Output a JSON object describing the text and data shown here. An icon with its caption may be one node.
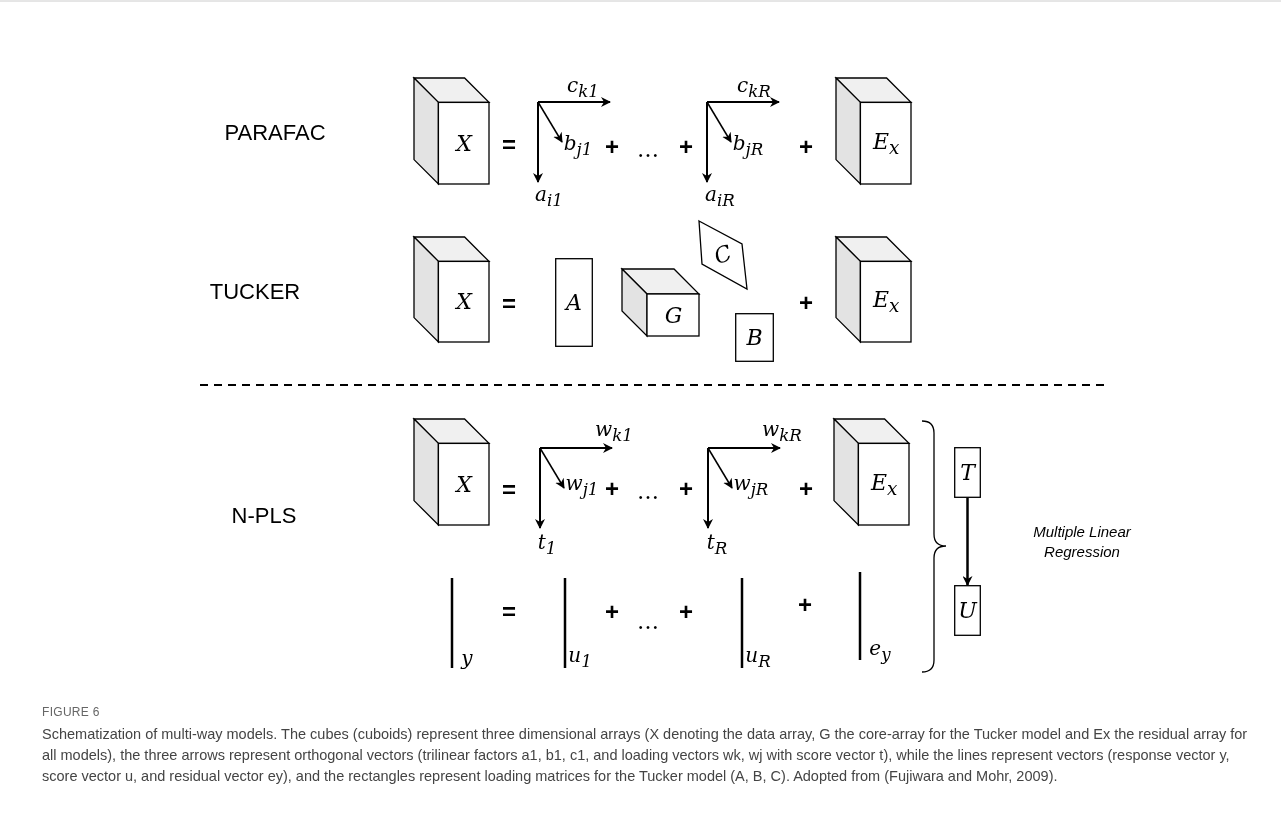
{
  "diagram": {
    "title": "FIGURE 6",
    "caption": "Schematization of multi-way models. The cubes (cuboids) represent three dimensional arrays (X denoting the data array, G the core-array for the Tucker model and Ex the residual array for all models), the three arrows represent orthogonal vectors (trilinear factors a1, b1, c1, and loading vectors wk, wj with score vector t), while the lines represent vectors (response vector y, score vector u, and residual vector ey), and the rectangles represent loading matrices for the Tucker model (A, B, C). Adopted from (Fujiwara and Mohr, 2009).",
    "nodes": [
      {
        "text": [
          "X"
        ]
      },
      {
        "text": [
          "E$_{x}$"
        ]
      },
      {
        "text": [
          "X"
        ]
      },
      {
        "text": [
          "A"
        ]
      },
      {
        "text": [
          "G"
        ]
      },
      {
        "text": [
          "C"
        ]
      },
      {
        "text": [
          "B"
        ]
      },
      {
        "text": [
          "E$_{x}$"
        ]
      },
      {
        "text": [
          "X"
        ]
      },
      {
        "text": [
          "E$_{x}$"
        ]
      },
      {
        "text": [
          "T"
        ]
      },
      {
        "text": [
          "U"
        ]
      }
    ],
    "edges": [
      {
        "from": 10,
        "to": 11,
        "arrow": "to",
        "label": "Multiple Linear Regression"
      }
    ],
    "labels": [
      "PARAFAC",
      "=",
      "c$_{k1}$",
      "b$_{j1}$",
      "a$_{i1}$",
      "+",
      "…",
      "+",
      "c$_{kR}$",
      "b$_{jR}$",
      "a$_{iR}$",
      "+",
      "TUCKER",
      "=",
      "+",
      "N-PLS",
      "=",
      "w$_{k1}$",
      "w$_{j1}$",
      "t$_{1}$",
      "+",
      "…",
      "+",
      "w$_{kR}$",
      "w$_{jR}$",
      "t$_{R}$",
      "+",
      "y",
      "=",
      "u$_{1}$",
      "+",
      "…",
      "+",
      "u$_{R}$",
      "+",
      "e$_{y}$"
    ]
  }
}
